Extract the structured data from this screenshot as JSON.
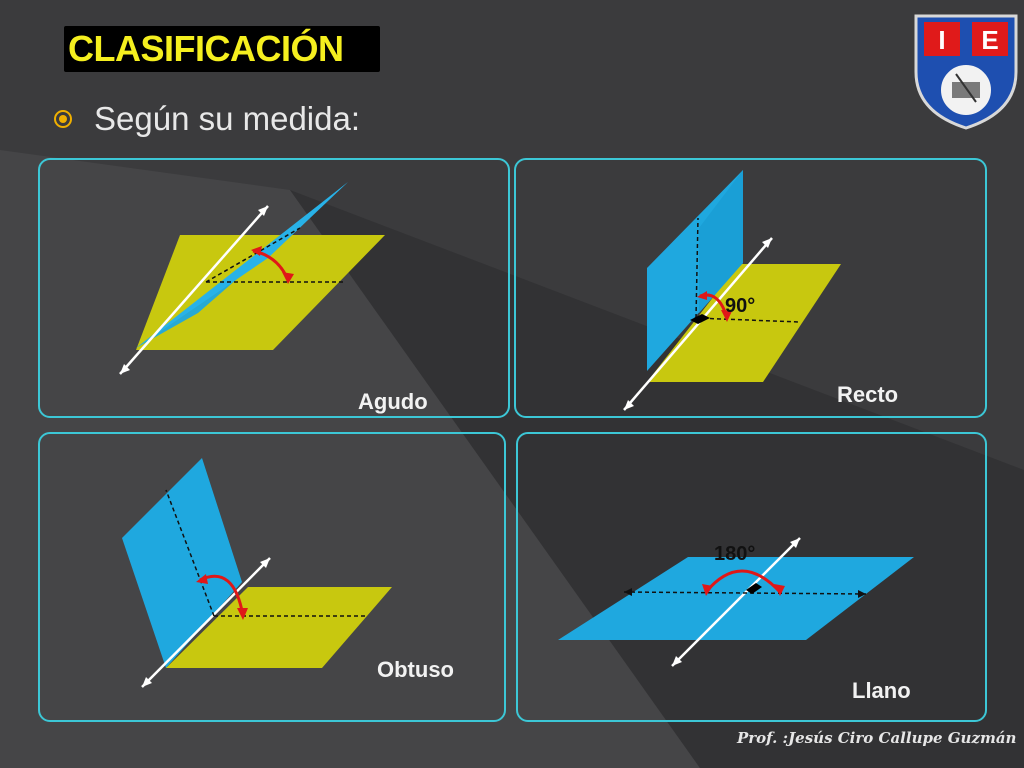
{
  "title": "CLASIFICACIÓN",
  "subtitle": "Según su medida:",
  "panels": [
    {
      "label": "Agudo"
    },
    {
      "label": "Recto",
      "angle": "90°"
    },
    {
      "label": "Obtuso"
    },
    {
      "label": "Llano",
      "angle": "180°"
    }
  ],
  "logo": {
    "letters": [
      "I",
      "E"
    ]
  },
  "footer": "Prof. :Jesús Ciro Callupe Guzmán",
  "colors": {
    "title": "#f5ef1f",
    "panel_border": "#3cc7d6",
    "plane_blue": "#1fa8df",
    "plane_yellow": "#c8c80f",
    "arc": "#e01818"
  }
}
